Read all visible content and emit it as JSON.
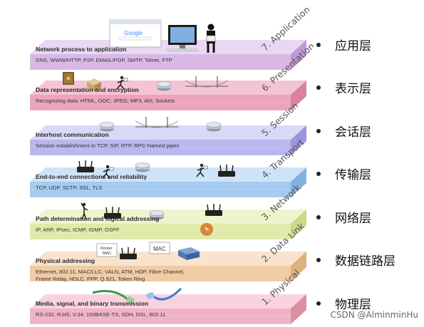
{
  "layers": [
    {
      "name": "7. Application",
      "title": "Network process to application",
      "desc": [
        "DNS, WWW/HTTP, P2P, EMAIL/POP, SMTP, Telnet, FTP"
      ],
      "top": "#ead7f1",
      "front": "#d9b8e6",
      "side": "#c497d6",
      "icons": [
        "google-browser-window-icon",
        "computer-monitor-icon",
        "user-figure-icon"
      ]
    },
    {
      "name": "6. Presentation",
      "title": "Data representation and encryption",
      "desc": [
        "Recognizing data: HTML, DOC, JPEG, MP3, AVI, Sockets"
      ],
      "top": "#f5c4d4",
      "front": "#eba4bc",
      "side": "#d982a1",
      "icons": [
        "safe-icon",
        "box-icon",
        "running-person-icon",
        "router-icon",
        "bridge-icon"
      ]
    },
    {
      "name": "5. Session",
      "title": "Interhost communication",
      "desc": [
        "Session establishment in TCP, SIP, RTP, RPC-Named pipes"
      ],
      "top": "#dad8f6",
      "front": "#bbb7ee",
      "side": "#9b96e0",
      "icons": [
        "router-icon",
        "bridge-icon",
        "router-icon"
      ]
    },
    {
      "name": "4. Transport",
      "title": "End-to-end connections and reliability",
      "desc": [
        "TCP, UDP, SCTP, SSL, TLS"
      ],
      "top": "#cfe3f8",
      "front": "#a6cbef",
      "side": "#83b2e2",
      "icons": [
        "wireless-router-icon",
        "running-person-icon",
        "router-icon",
        "running-person-icon",
        "wireless-router-icon"
      ]
    },
    {
      "name": "3. Network",
      "title": "Path determination and logical addressing",
      "desc": [
        "IP, ARP, IPsec, ICMP, IGMP, OSPF"
      ],
      "top": "#eff4cf",
      "front": "#e0eaaa",
      "side": "#cbd886",
      "icons": [
        "signal-person-icon",
        "wireless-router-icon",
        "router-icon",
        "wireless-router-icon",
        "cursor-circle-icon"
      ]
    },
    {
      "name": "2. Data Link",
      "title": "Physical addressing",
      "desc": [
        "Ethernet, 802.11, MAC/LLC, VALN, ATM, HDP, Fibre Channel,",
        "Frame Relay, HDLC,  PPP, Q.921, Token Ring"
      ],
      "top": "#f9e3cc",
      "front": "#f0cba4",
      "side": "#dfb07f",
      "icons": [
        "router-mac-label",
        "wireless-router-icon",
        "mac-tag-icon",
        "switch-icon"
      ]
    },
    {
      "name": "1. Physical",
      "title": "Media, signal, and binary transmission",
      "desc": [
        "RS-232, RJ45, V.34, 100BASE-TX, SDH, DSL, 802.11"
      ],
      "top": "#f8d3de",
      "front": "#f0b3c5",
      "side": "#dc8ea5",
      "icons": [
        "green-cable-icon",
        "blue-cable-icon"
      ]
    }
  ],
  "labels": {
    "router_mac": [
      "Router",
      "MAC"
    ],
    "mac_tag": "MAC",
    "google": "Google"
  },
  "bullets": [
    "应用层",
    "表示层",
    "会话层",
    "传输层",
    "网络层",
    "数据链路层",
    "物理层"
  ],
  "watermark": "CSDN @AlminminHu"
}
